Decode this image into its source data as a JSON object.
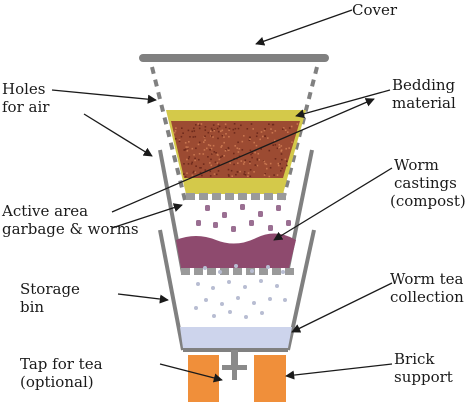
{
  "labels": {
    "cover": "Cover",
    "holes_line1": "Holes",
    "holes_line2": "for air",
    "bedding_line1": "Bedding",
    "bedding_line2": "material",
    "castings_line1": "Worm",
    "castings_line2": "castings",
    "castings_line3": "(compost)",
    "active_line1": "Active area",
    "active_line2": "garbage & worms",
    "tea_line1": "Worm tea",
    "tea_line2": "collection",
    "storage_line1": "Storage",
    "storage_line2": "bin",
    "tap_line1": "Tap for tea",
    "tap_line2": "(optional)",
    "brick_line1": "Brick",
    "brick_line2": "support"
  },
  "colors": {
    "outline": "#7f7f7f",
    "cover": "#808080",
    "bedding": "#d4c94a",
    "garbage": "#9c4b32",
    "castings": "#8e4a6e",
    "castings_dots": "#9a6f92",
    "tea": "#cdd4ec",
    "tea_dots": "#b8bdd2",
    "brick": "#f08f3a",
    "arrow": "#1a1a1a"
  }
}
